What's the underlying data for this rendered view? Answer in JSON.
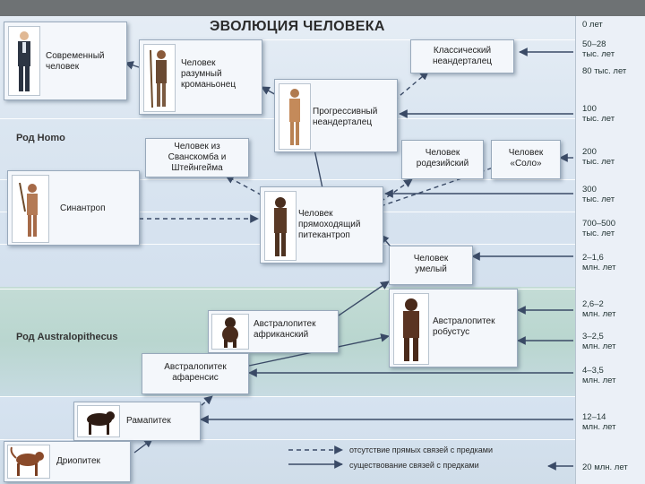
{
  "title": "ЭВОЛЮЦИЯ ЧЕЛОВЕКА",
  "genus": {
    "homo": "Род Homo",
    "australopithecus": "Род Australopithecus"
  },
  "nodes": {
    "modern": [
      "Современный",
      "человек"
    ],
    "cromagnon": [
      "Человек",
      "разумный",
      "кроманьонец"
    ],
    "classic_neand": [
      "Классический",
      "неандерталец"
    ],
    "progressive_neand": [
      "Прогрессивный",
      "неандерталец"
    ],
    "swanscombe": [
      "Человек из",
      "Сванскомба и",
      "Штейнгейма"
    ],
    "rhodesian": [
      "Человек",
      "родезийский"
    ],
    "solo": [
      "Человек",
      "«Соло»"
    ],
    "sinanthropus": [
      "Синантроп"
    ],
    "pithecanthropus": [
      "Человек",
      "прямоходящий",
      "питекантроп"
    ],
    "habilis": [
      "Человек",
      "умелый"
    ],
    "africanus": [
      "Австралопитек",
      "африканский"
    ],
    "robustus": [
      "Австралопитек",
      "робустус"
    ],
    "afarensis": [
      "Австралопитек",
      "афаренсис"
    ],
    "ramapithecus": [
      "Рамапитек"
    ],
    "dryopithecus": [
      "Дриопитек"
    ]
  },
  "timeline": [
    [
      "0 лет"
    ],
    [
      "50–28",
      "тыс. лет"
    ],
    [
      "80 тыс. лет"
    ],
    [
      "100",
      "тыс. лет"
    ],
    [
      "200",
      "тыс. лет"
    ],
    [
      "300",
      "тыс. лет"
    ],
    [
      "700–500",
      "тыс. лет"
    ],
    [
      "2–1,6",
      "млн. лет"
    ],
    [
      "2,6–2",
      "млн. лет"
    ],
    [
      "3–2,5",
      "млн. лет"
    ],
    [
      "4–3,5",
      "млн. лет"
    ],
    [
      "12–14",
      "млн. лет"
    ],
    [
      "20 млн. лет"
    ]
  ],
  "legend": {
    "dashed": "отсутствие прямых связей с предками",
    "solid": "существование связей с предками"
  },
  "colors": {
    "arrow": "#3a4a66",
    "box_border": "#98a9bb",
    "box_fill": "#f4f7fb",
    "band_homo": "#dbe6f1",
    "band_australopithecus": "#b9d6cf"
  },
  "icons": [
    "modern-human-figure",
    "cromagnon-figure",
    "neanderthal-figure",
    "sinanthropus-figure",
    "pithecanthropus-figure",
    "australopithecus-africanus-figure",
    "australopithecus-robustus-figure",
    "ramapithecus-figure",
    "dryopithecus-figure"
  ]
}
